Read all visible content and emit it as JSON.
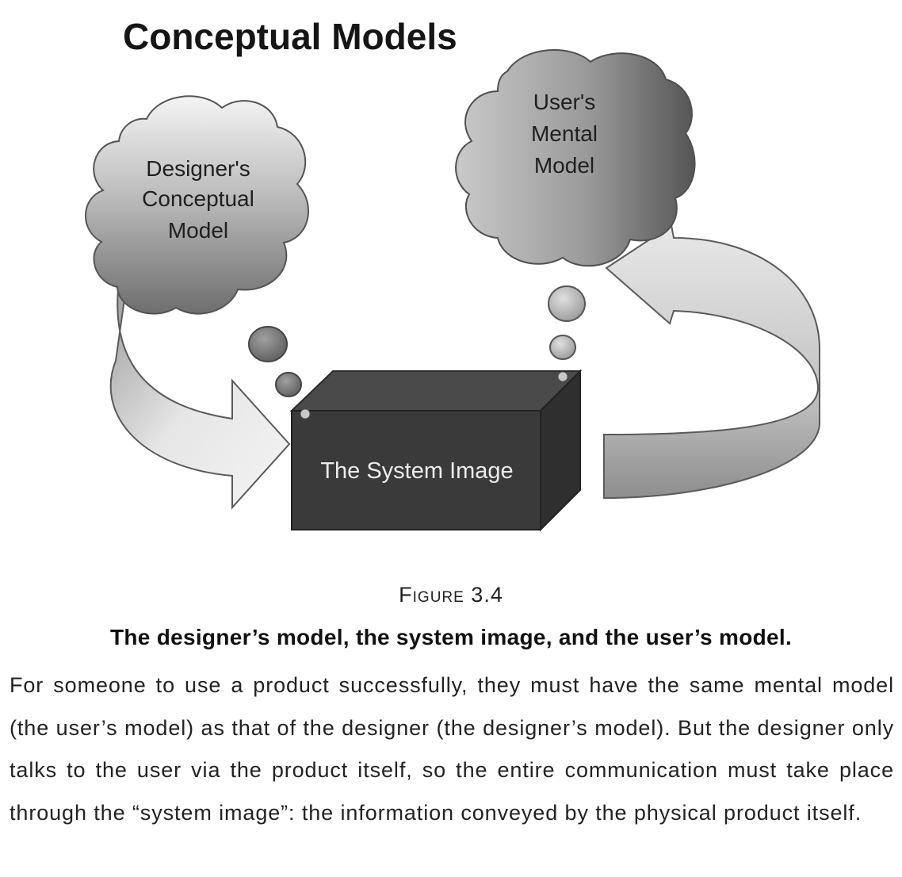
{
  "diagram": {
    "title": "Conceptual Models",
    "designer_cloud_lines": [
      "Designer's",
      "Conceptual",
      "Model"
    ],
    "user_cloud_lines": [
      "User's",
      "Mental",
      "Model"
    ],
    "system_box_label": "The System Image"
  },
  "caption": {
    "figure_number": "Figure 3.4",
    "title": "The designer’s model, the system image, and the user’s model.",
    "body": "For someone to use a product successfully, they must have the same mental model (the user’s model) as that of the designer (the designer’s model). But the designer only talks to the user via the product itself, so the entire communication must take place through the “system image”: the information conveyed by the physical product itself."
  }
}
